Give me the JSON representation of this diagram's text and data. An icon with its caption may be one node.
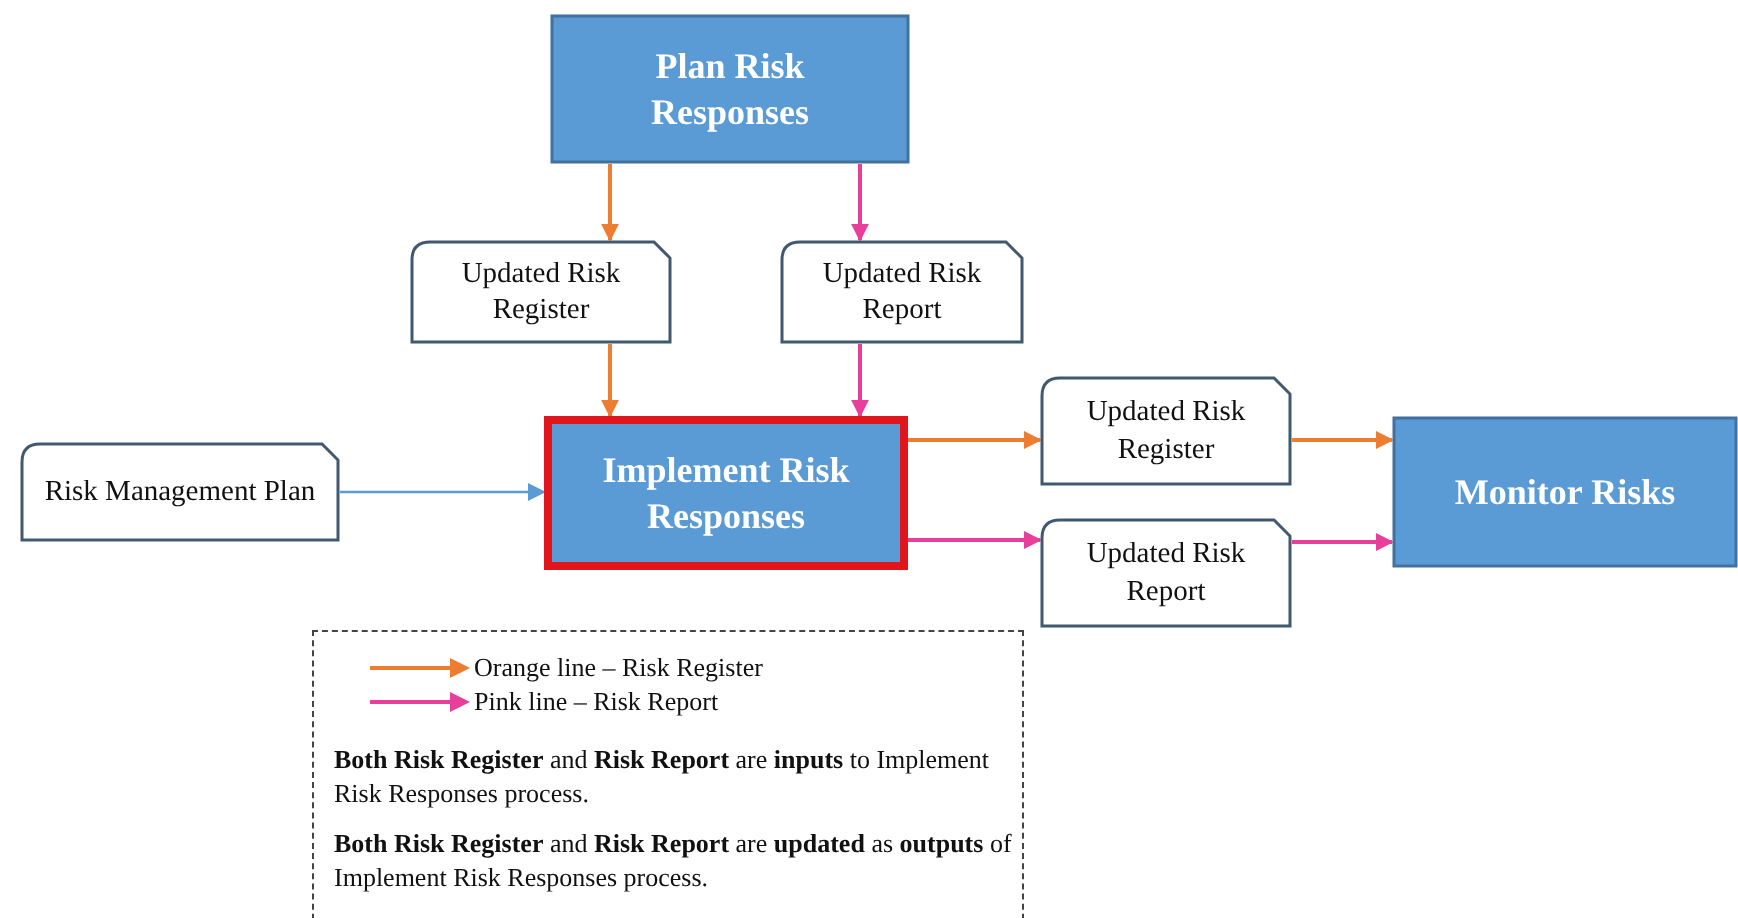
{
  "diagram": {
    "nodes": [
      {
        "text": [
          "Plan Risk Responses"
        ]
      },
      {
        "text": [
          "Updated Risk Register"
        ]
      },
      {
        "text": [
          "Updated Risk Report"
        ]
      },
      {
        "text": [
          "Risk Management Plan"
        ]
      },
      {
        "text": [
          "Implement Risk Responses"
        ]
      },
      {
        "text": [
          "Updated Risk Register"
        ]
      },
      {
        "text": [
          "Updated Risk Report"
        ]
      },
      {
        "text": [
          "Monitor Risks"
        ]
      }
    ],
    "edges": [
      {
        "from": 0,
        "to": 1,
        "arrow": "to",
        "color": "#ed7d31"
      },
      {
        "from": 0,
        "to": 2,
        "arrow": "to",
        "color": "#e8409a"
      },
      {
        "from": 1,
        "to": 4,
        "arrow": "to",
        "color": "#ed7d31"
      },
      {
        "from": 2,
        "to": 4,
        "arrow": "to",
        "color": "#e8409a"
      },
      {
        "from": 3,
        "to": 4,
        "arrow": "to",
        "color": "#5b9bd5"
      },
      {
        "from": 4,
        "to": 5,
        "arrow": "to",
        "color": "#ed7d31"
      },
      {
        "from": 4,
        "to": 6,
        "arrow": "to",
        "color": "#e8409a"
      },
      {
        "from": 5,
        "to": 7,
        "arrow": "to",
        "color": "#ed7d31"
      },
      {
        "from": 6,
        "to": 7,
        "arrow": "to",
        "color": "#e8409a"
      }
    ],
    "labels": [
      "**Both Risk Register** and **Risk Report** are **inputs** to Implement Risk Responses process.",
      "**Both Risk Register** and **Risk Report** are **updated** as **outputs** of Implement Risk Responses process."
    ],
    "legend": [
      {
        "text": "Orange line – Risk Register"
      },
      {
        "text": "Pink line – Risk Report"
      }
    ]
  }
}
